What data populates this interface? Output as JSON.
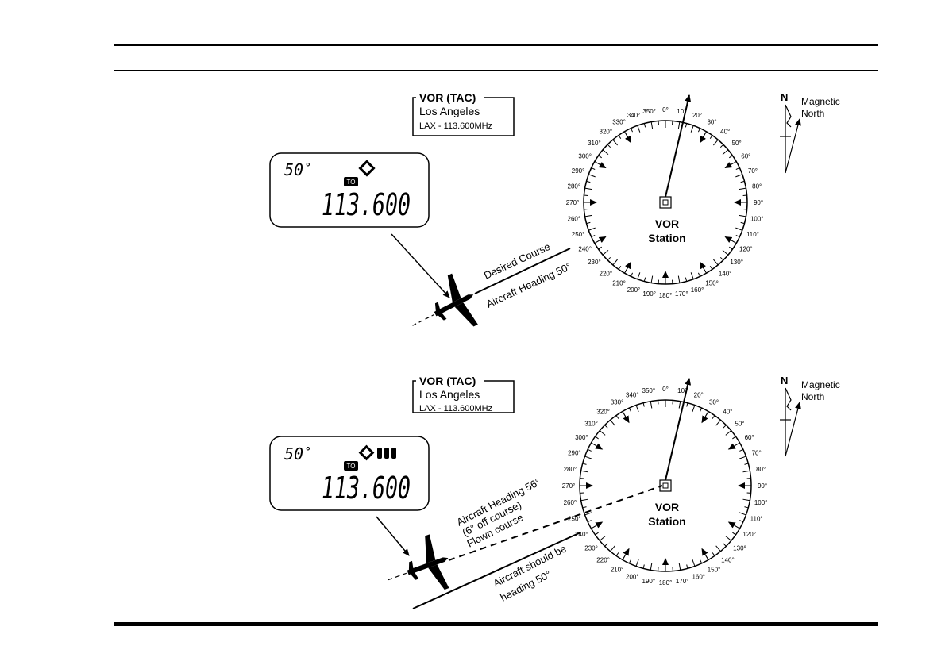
{
  "colors": {
    "ink": "#000000",
    "paper": "#ffffff"
  },
  "panels": [
    {
      "id": "top",
      "station_box": {
        "title": "VOR (TAC)",
        "city": "Los Angeles",
        "freq": "LAX - 113.600MHz"
      },
      "display": {
        "bearing": "50",
        "degree_mark": "°",
        "to_flag": "TO",
        "frequency": "113.600",
        "needle_bars": 0
      },
      "station_label": [
        "VOR",
        "Station"
      ],
      "course_labels": [
        "Desired Course",
        "Aircraft Heading 50°"
      ],
      "north": {
        "n": "N",
        "label": [
          "Magnetic",
          "North"
        ]
      }
    },
    {
      "id": "bottom",
      "station_box": {
        "title": "VOR (TAC)",
        "city": "Los Angeles",
        "freq": "LAX - 113.600MHz"
      },
      "display": {
        "bearing": "50",
        "degree_mark": "°",
        "to_flag": "TO",
        "frequency": "113.600",
        "needle_bars": 3
      },
      "station_label": [
        "VOR",
        "Station"
      ],
      "course_labels": [
        "Aircraft Heading 56°",
        "(6° off course)",
        "Flown course",
        "Aircraft should be",
        "heading 50°"
      ],
      "north": {
        "n": "N",
        "label": [
          "Magnetic",
          "North"
        ]
      }
    }
  ],
  "compass_labels": [
    "0°",
    "10°",
    "20°",
    "30°",
    "40°",
    "50°",
    "60°",
    "70°",
    "80°",
    "90°",
    "100°",
    "110°",
    "120°",
    "130°",
    "140°",
    "150°",
    "160°",
    "170°",
    "180°",
    "190°",
    "200°",
    "210°",
    "220°",
    "230°",
    "240°",
    "250°",
    "260°",
    "270°",
    "280°",
    "290°",
    "300°",
    "310°",
    "320°",
    "330°",
    "340°",
    "350°"
  ]
}
